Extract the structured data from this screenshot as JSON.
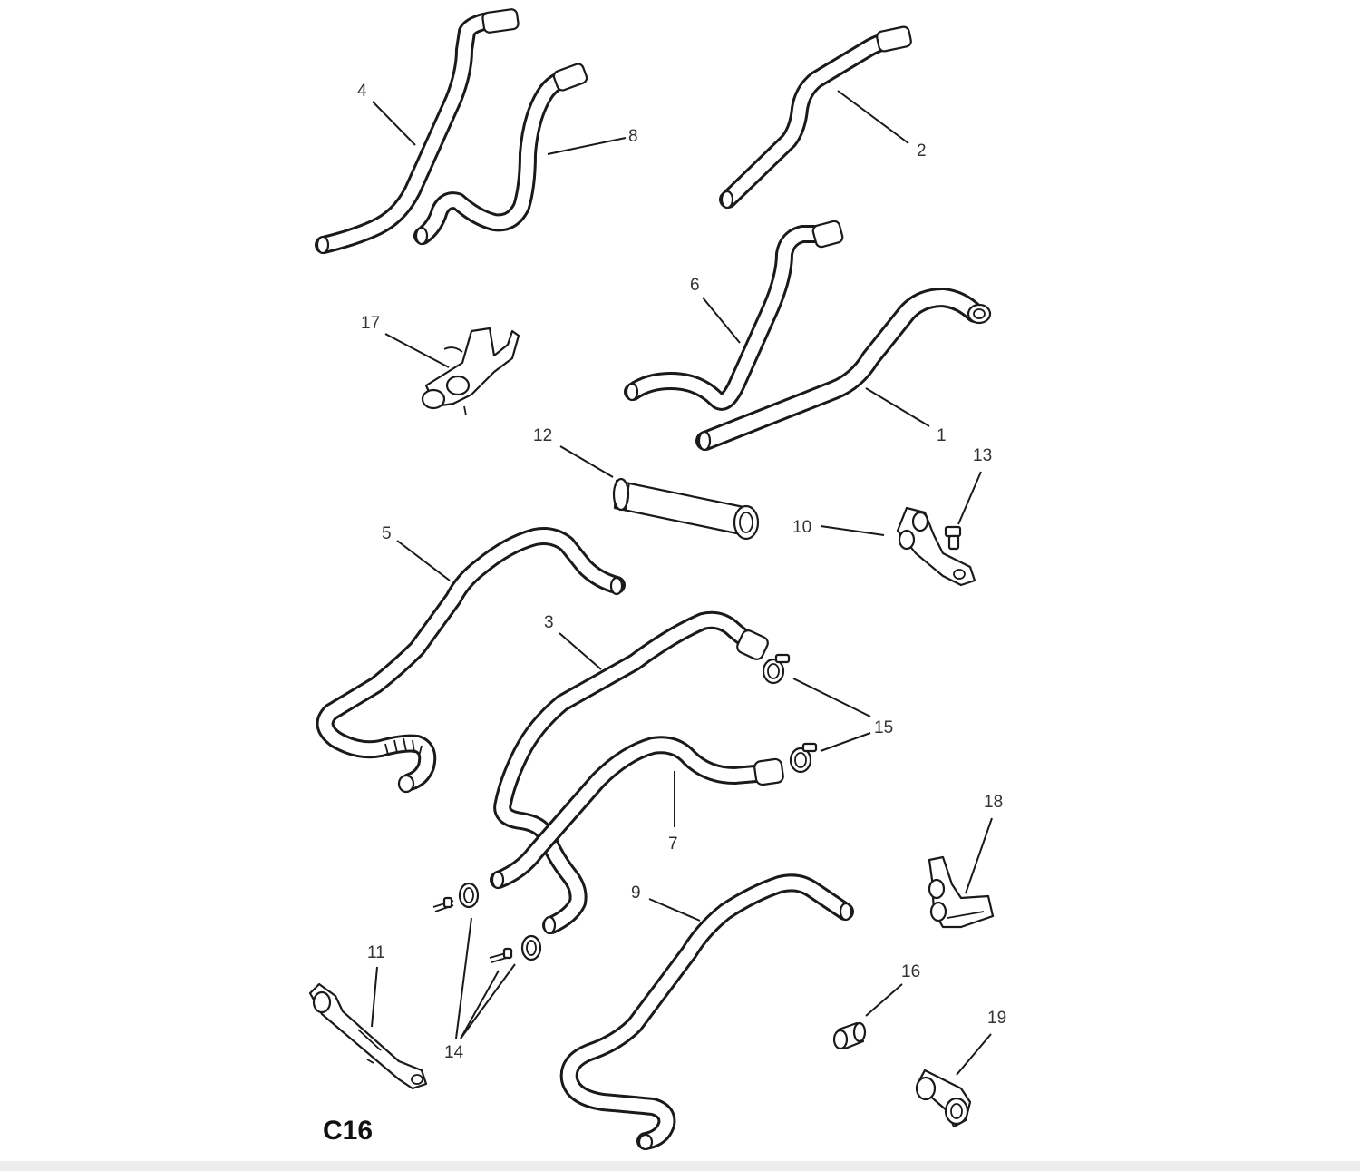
{
  "diagram": {
    "code": "C16",
    "callouts": [
      "1",
      "2",
      "3",
      "4",
      "5",
      "6",
      "7",
      "8",
      "9",
      "10",
      "11",
      "12",
      "13",
      "14",
      "15",
      "16",
      "17",
      "18",
      "19"
    ]
  }
}
